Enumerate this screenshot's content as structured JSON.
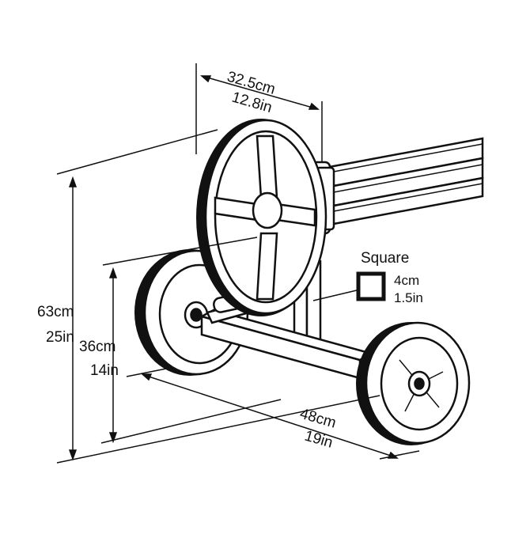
{
  "diagram": {
    "dimensions": {
      "width_top": {
        "metric": "32.5cm",
        "imperial": "12.8in"
      },
      "height_total": {
        "metric": "63cm",
        "imperial": "25in"
      },
      "height_axle": {
        "metric": "36cm",
        "imperial": "14in"
      },
      "wheelbase": {
        "metric": "48cm",
        "imperial": "19in"
      }
    },
    "profile": {
      "title": "Square",
      "metric": "4cm",
      "imperial": "1.5in"
    }
  },
  "colors": {
    "line": "#111111",
    "background": "#ffffff"
  }
}
